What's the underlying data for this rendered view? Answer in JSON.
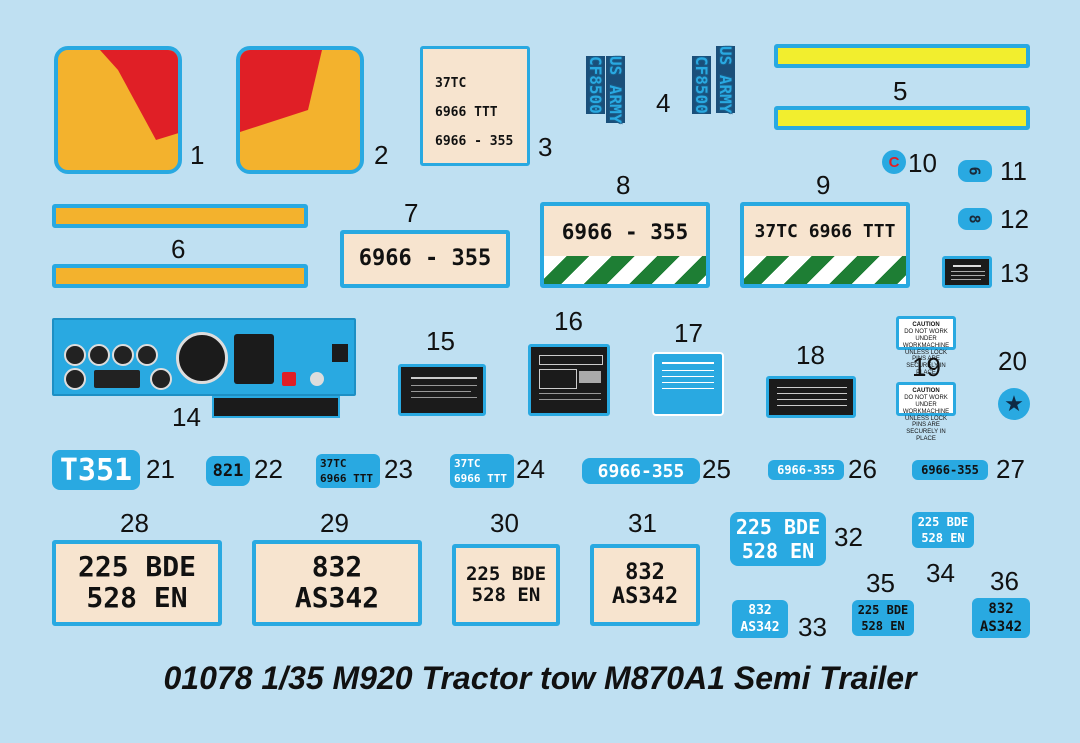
{
  "numbers": [
    "1",
    "2",
    "3",
    "4",
    "5",
    "6",
    "7",
    "8",
    "9",
    "10",
    "11",
    "12",
    "13",
    "14",
    "15",
    "16",
    "17",
    "18",
    "19",
    "20",
    "21",
    "22",
    "23",
    "24",
    "25",
    "26",
    "27",
    "28",
    "29",
    "30",
    "31",
    "32",
    "33",
    "34",
    "35",
    "36"
  ],
  "decal3": {
    "l1": "37TC",
    "l2": "6966 TTT",
    "l3": "6966 - 355"
  },
  "decal4": {
    "col1a": "US ARMY",
    "col1b": "CF8500",
    "col2a": "US ARMY",
    "col2b": "CF8500"
  },
  "decal7": "6966 - 355",
  "decal8": "6966 - 355",
  "decal9": "37TC 6966 TTT",
  "decal10": "C",
  "decal11": "6",
  "decal12": "8",
  "decal19": {
    "top": "CAUTION",
    "body": "DO NOT WORK UNDER WORKMACHINE UNLESS LOCK PINS ARE SECURELY IN PLACE"
  },
  "decal21": "T351",
  "decal22": "821",
  "decal23": {
    "l1": "37TC",
    "l2": "6966 TTT"
  },
  "decal24": {
    "l1": "37TC",
    "l2": "6966 TTT"
  },
  "decal25": "6966-355",
  "decal26": "6966-355",
  "decal27": "6966-355",
  "decal28": {
    "l1": "225 BDE",
    "l2": "528 EN"
  },
  "decal29": {
    "l1": "832",
    "l2": "AS342"
  },
  "decal30": {
    "l1": "225 BDE",
    "l2": "528 EN"
  },
  "decal31": {
    "l1": "832",
    "l2": "AS342"
  },
  "decal32": {
    "l1": "225 BDE",
    "l2": "528 EN"
  },
  "decal32b": {
    "l1": "225 BDE",
    "l2": "528 EN"
  },
  "decal33": {
    "l1": "832",
    "l2": "AS342"
  },
  "decal35": {
    "l1": "225 BDE",
    "l2": "528 EN"
  },
  "decal36": {
    "l1": "832",
    "l2": "AS342"
  },
  "title": "01078 1/35 M920 Tractor tow M870A1 Semi Trailer",
  "colors": {
    "background": "#bfe0f2",
    "border": "#29a9e1",
    "cream": "#f7e4cf",
    "orange": "#f3b22d",
    "red": "#e01f26",
    "yellow": "#f2ee2e",
    "green": "#1e7e34"
  }
}
